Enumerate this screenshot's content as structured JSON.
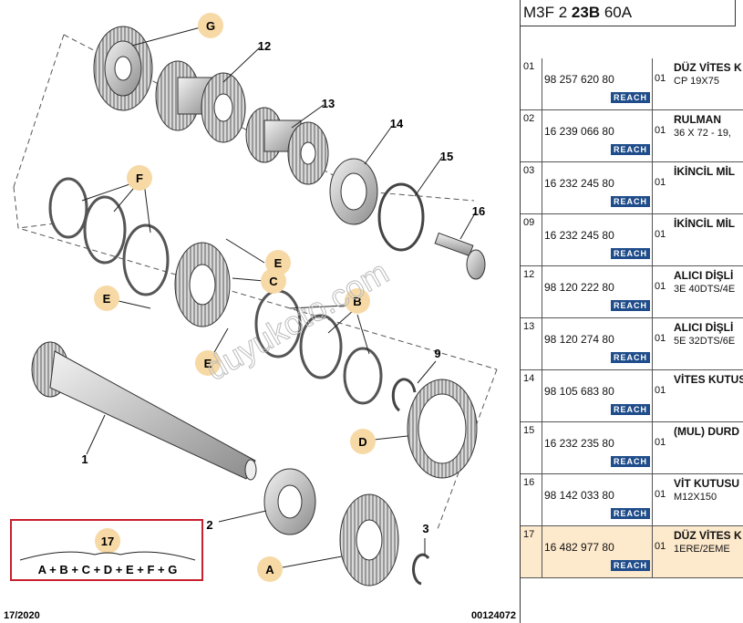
{
  "diagram": {
    "callouts": [
      "G",
      "12",
      "13",
      "14",
      "15",
      "16",
      "F",
      "E",
      "C",
      "E",
      "B",
      "E",
      "9",
      "1",
      "D",
      "2",
      "A",
      "3"
    ],
    "formula": {
      "number": "17",
      "expression": "A + B + C + D + E + F + G"
    },
    "footer_left": "17/2020",
    "footer_right": "00124072",
    "watermark": "duyukoto.com"
  },
  "panel": {
    "title_prefix": "M3F 2 ",
    "title_bold": "23B",
    "title_suffix": " 60A",
    "reach_label": "REACH",
    "rows": [
      {
        "idx": "01",
        "ref": "98 257 620 80",
        "qty": "01",
        "desc": "DÜZ VİTES K",
        "sub": "CP 19X75"
      },
      {
        "idx": "02",
        "ref": "16 239 066 80",
        "qty": "01",
        "desc": "RULMAN",
        "sub": "36 X 72 - 19,"
      },
      {
        "idx": "03",
        "ref": "16 232 245 80",
        "qty": "01",
        "desc": "İKİNCİL MİL",
        "sub": ""
      },
      {
        "idx": "09",
        "ref": "16 232 245 80",
        "qty": "01",
        "desc": "İKİNCİL MİL",
        "sub": ""
      },
      {
        "idx": "12",
        "ref": "98 120 222 80",
        "qty": "01",
        "desc": "ALICI DİŞLİ",
        "sub": "3E 40DTS/4E"
      },
      {
        "idx": "13",
        "ref": "98 120 274 80",
        "qty": "01",
        "desc": "ALICI DİŞLİ",
        "sub": "5E 32DTS/6E"
      },
      {
        "idx": "14",
        "ref": "98 105 683 80",
        "qty": "01",
        "desc": "VİTES KUTUS",
        "sub": ""
      },
      {
        "idx": "15",
        "ref": "16 232 235 80",
        "qty": "01",
        "desc": "(MUL) DURD",
        "sub": ""
      },
      {
        "idx": "16",
        "ref": "98 142 033 80",
        "qty": "01",
        "desc": "VİT KUTUSU",
        "sub": "M12X150"
      },
      {
        "idx": "17",
        "ref": "16 482 977 80",
        "qty": "01",
        "desc": "DÜZ VİTES K",
        "sub": "1ERE/2EME"
      }
    ]
  }
}
